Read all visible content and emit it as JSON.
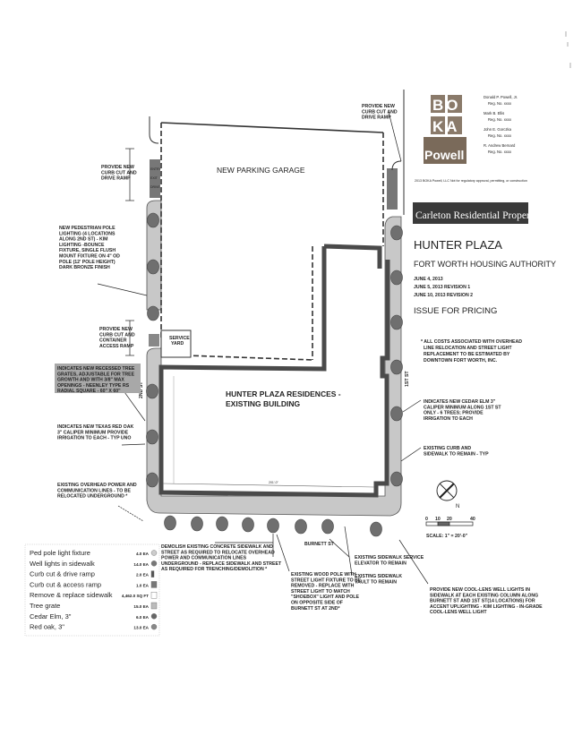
{
  "logo": {
    "text": "BOKA Powell",
    "letters": [
      "BO",
      "KA",
      "Powell"
    ]
  },
  "credits": [
    "Donald P. Powell, Jr.",
    "Reg. No. xxxx",
    "Mark B. Ellis",
    "Reg. No. xxxx",
    "John E. Gorczka",
    "Reg. No. xxxx",
    "R. Andrew Bernard",
    "Reg. No. xxxx"
  ],
  "copyright": "2013 BOKA Powell, LLC Not for regulatory approval, permitting, or construction",
  "client_banner": "Carleton Residential Properties",
  "project": {
    "title": "HUNTER PLAZA",
    "owner": "FORT WORTH HOUSING AUTHORITY",
    "dates": [
      "JUNE 4, 2013",
      "JUNE 5, 2013 REVISION 1",
      "JUNE 10, 2013 REVISION 2"
    ],
    "issue": "ISSUE FOR PRICING"
  },
  "cost_note": [
    "* ALL COSTS ASSOCIATED WITH OVERHEAD",
    "LINE RELOCATION AND STREET LIGHT",
    "REPLACEMENT TO BE ESTIMATED BY",
    "DOWNTOWN FORT WORTH, INC."
  ],
  "plan_labels": {
    "garage": "NEW PARKING GARAGE",
    "building": [
      "HUNTER PLAZA RESIDENCES -",
      "EXISTING BUILDING"
    ],
    "service_yard": [
      "SERVICE",
      "YARD"
    ],
    "street_2nd": "2ND ST",
    "street_1st": "1ST ST",
    "street_burnett": "BURNETT ST",
    "dimension": "201'-0\""
  },
  "notes": {
    "curb_left": [
      "PROVIDE NEW",
      "CURB CUT AND",
      "DRIVE RAMP"
    ],
    "curb_right": [
      "PROVIDE NEW",
      "CURB CUT AND",
      "DRIVE RAMP"
    ],
    "ped_pole": [
      "NEW PEDESTRIAN POLE",
      "LIGHTING (4 LOCATIONS",
      "ALONG 2ND ST) - KIM",
      "LIGHTING -BOUNCE",
      "FIXTURE, SINGLE FLUSH",
      "MOUNT FIXTURE ON 4\" OD",
      "POLE (12' POLE HEIGHT)",
      "DARK BRONZE FINISH"
    ],
    "container": [
      "PROVIDE NEW",
      "CURB CUT AND",
      "CONTAINER",
      "ACCESS RAMP"
    ],
    "tree_grates": [
      "INDICATES NEW RECESSED TREE",
      "GRATES, ADJUSTABLE FOR TREE",
      "GROWTH AND WITH 3/8\" MAX",
      "OPENINGS - NEENLEY TYPE RS",
      "RADIAL SQUARE - 60\" X 60\""
    ],
    "red_oak": [
      "INDICATES NEW TEXAS RED OAK",
      "3\" CALIPER MINIMUM PROVIDE",
      "IRRIGATION TO EACH - TYP UNO"
    ],
    "overhead": [
      "EXISTING OVERHEAD POWER AND",
      "COMMUNICATION LINES - TO BE",
      "RELOCATED UNDERGROUND *"
    ],
    "cedar_elm": [
      "INDICATES NEW CEDAR ELM 3\"",
      "CALIPER MINIMUM ALONG 1ST ST",
      "ONLY - 6 TREES; PROVIDE",
      "IRRIGATION TO EACH"
    ],
    "existing_curb": [
      "EXISTING CURB AND",
      "SIDEWALK TO REMAIN - TYP"
    ],
    "demolish": [
      "DEMOLISH EXISTING CONCRETE SIDEWALK AND",
      "STREET AS REQUIRED TO RELOCATE OVERHEAD",
      "POWER AND COMMUNICATION LINES",
      "UNDERGROUND - REPLACE SIDEWALK AND STREET",
      "AS REQUIRED FOR TRENCHING/DEMOLITION *"
    ],
    "wood_pole": [
      "EXISTING WOOD POLE WITH",
      "STREET LIGHT FIXTURE TO BE",
      "REMOVED - REPLACE WITH",
      "STREET LIGHT TO MATCH",
      "\"SHOEBOX\" LIGHT AND POLE",
      "ON OPPOSITE SIDE OF",
      "BURNETT ST AT 2ND*"
    ],
    "elevator": [
      "EXISTING SIDEWALK SERVICE",
      "ELEVATOR TO REMAIN"
    ],
    "vault": [
      "EXISTING SIDEWALK",
      "VAULT TO REMAIN"
    ],
    "cool_lens": [
      "PROVIDE NEW COOL-LENS WELL LIGHTS IN",
      "SIDEWALK AT EACH EXISTING COLUMN ALONG",
      "BURNETT ST AND 1ST ST(14 LOCATIONS) FOR",
      "ACCENT UPLIGHTING - KIM LIGHTING - IN-GRADE",
      "COOL-LENS WELL LIGHT"
    ],
    "drive_label": [
      "ENTRY",
      "EXIT",
      "DRIVE"
    ]
  },
  "north": "N",
  "scale": {
    "ticks": [
      "0",
      "10",
      "20",
      "40"
    ],
    "label": "SCALE: 1\" = 20'-0\""
  },
  "legend": [
    {
      "label": "Ped pole light fixture",
      "qty": "4.0 EA"
    },
    {
      "label": "Well lights in sidewalk",
      "qty": "14.0 EA"
    },
    {
      "label": "Curb cut & drive ramp",
      "qty": "2.0 EA"
    },
    {
      "label": "Curb cut & access ramp",
      "qty": "1.0 EA"
    },
    {
      "label": "Remove & replace sidewalk",
      "qty": "4,462.0 SQ FT"
    },
    {
      "label": "Tree grate",
      "qty": "15.0 EA"
    },
    {
      "label": "Cedar Elm, 3\"",
      "qty": "6.0 EA"
    },
    {
      "label": "Red oak, 3\"",
      "qty": "13.0 EA"
    }
  ],
  "colors": {
    "sidewalk": "#c8c8c8",
    "tree": "#6f6f6f",
    "wall": "#4a4a4a",
    "banner": "#3a3a3a",
    "logo": "#8a7a6a"
  }
}
